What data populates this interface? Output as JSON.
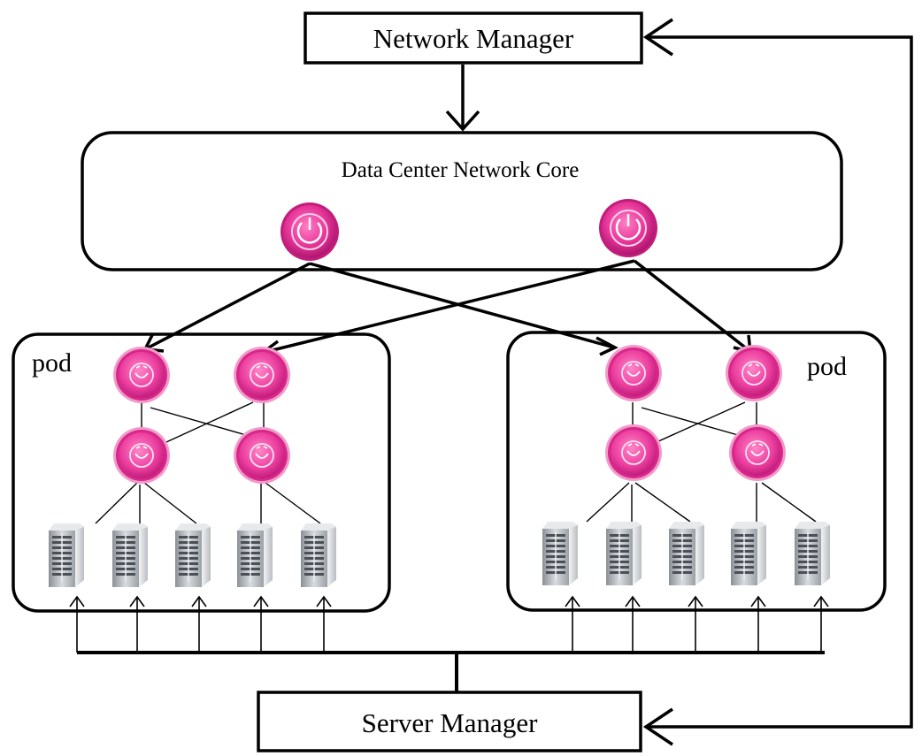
{
  "network_manager": {
    "label": "Network Manager"
  },
  "core": {
    "label": "Data Center Network Core"
  },
  "pods": [
    {
      "label": "pod"
    },
    {
      "label": "pod"
    }
  ],
  "server_manager": {
    "label": "Server Manager"
  },
  "icons": {
    "core_switch": "power-icon",
    "pod_switch": "router-icon",
    "server": "server-tower-icon"
  },
  "colors": {
    "switch_fill": "#e8379a",
    "switch_outline": "#b01670",
    "line": "#000000"
  }
}
